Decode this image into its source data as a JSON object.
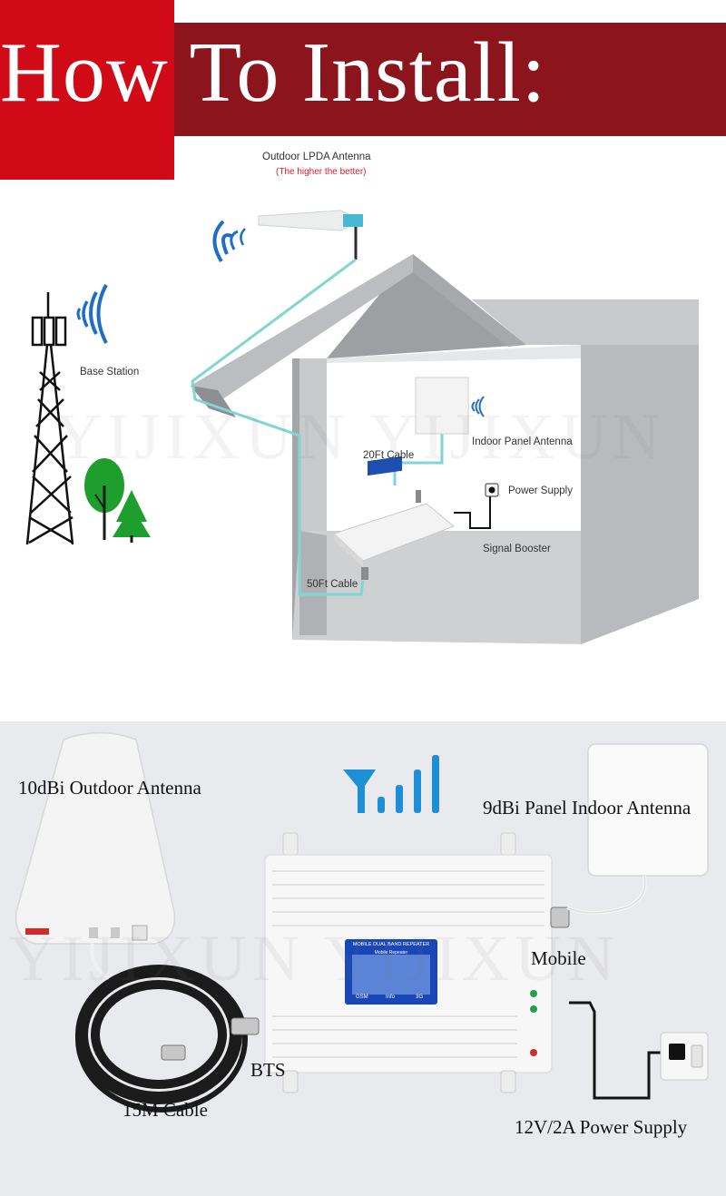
{
  "header": {
    "title": "How To Install:"
  },
  "top_diagram": {
    "outdoor_antenna_label": "Outdoor LPDA Antenna",
    "outdoor_antenna_note": "(The higher the better)",
    "base_station_label": "Base Station",
    "indoor_panel_label": "Indoor Panel Antenna",
    "cable_20ft_label": "20Ft Cable",
    "power_supply_label": "Power Supply",
    "signal_booster_label": "Signal Booster",
    "cable_50ft_label": "50Ft Cable",
    "watermark": "YIJIXUN YIJIXUN"
  },
  "bottom_diagram": {
    "outdoor_antenna_label": "10dBi Outdoor Antenna",
    "panel_antenna_label": "9dBi Panel Indoor Antenna",
    "mobile_label": "Mobile",
    "bts_label": "BTS",
    "cable_label": "15M Cable",
    "power_label": "12V/2A Power Supply",
    "repeater_screen_title": "MOBILE DUAL BAND REPEATER",
    "repeater_screen_sub": "Mobile Repeater",
    "screen_gsm": "GSM",
    "screen_info": "Info",
    "screen_3g": "3G",
    "watermark": "YIJIXUN YIJIXUN"
  },
  "colors": {
    "accent_red": "#d00a17",
    "dark_red": "#8c141d",
    "cable_cyan": "#7fd6d3",
    "signal_blue": "#1f6fc4"
  }
}
